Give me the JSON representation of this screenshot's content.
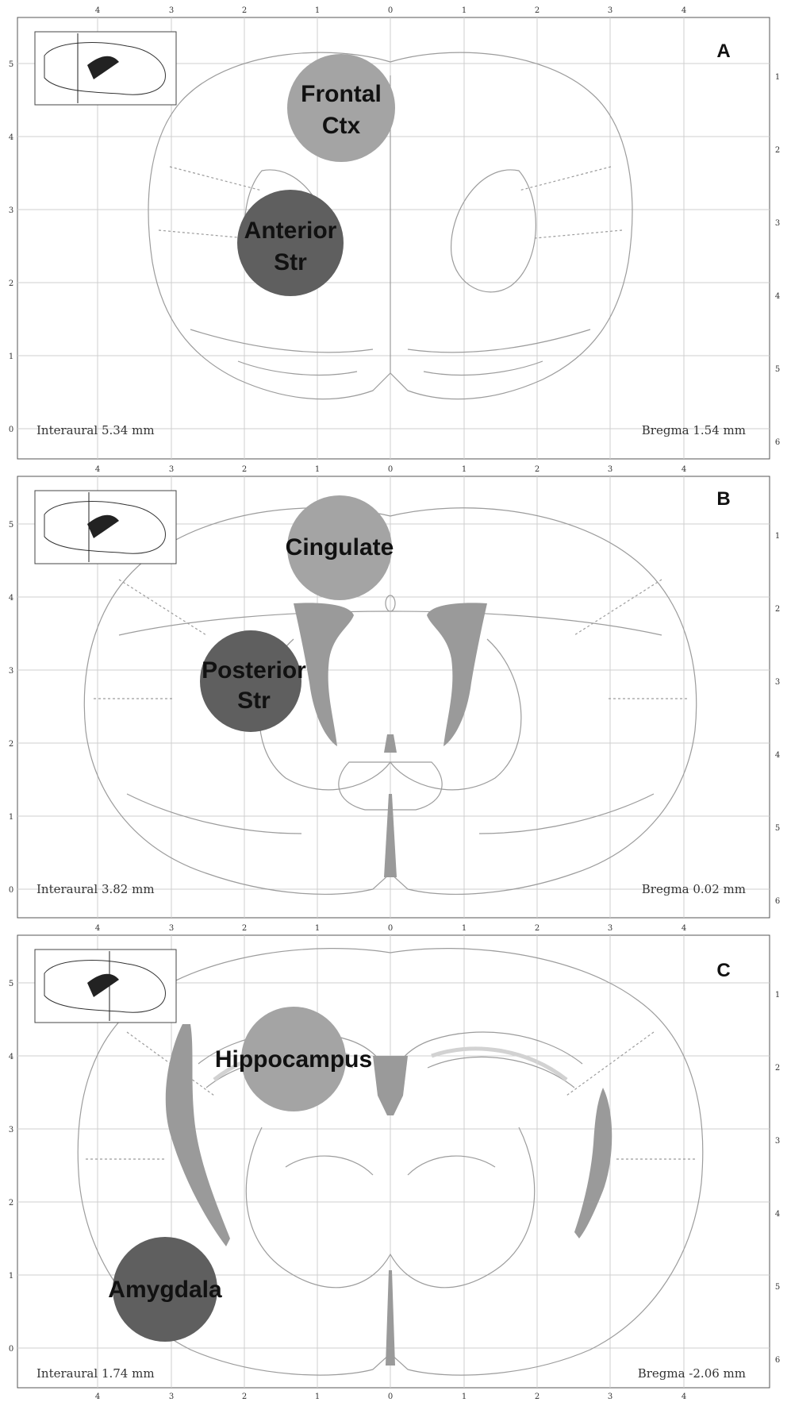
{
  "panels": [
    {
      "letter": "A",
      "interaural": "Interaural 5.34 mm",
      "bregma": "Bregma 1.54 mm",
      "regions": [
        {
          "label_lines": [
            "Frontal",
            "Ctx"
          ],
          "shade": "light"
        },
        {
          "label_lines": [
            "Anterior",
            "Str"
          ],
          "shade": "dark"
        }
      ]
    },
    {
      "letter": "B",
      "interaural": "Interaural 3.82 mm",
      "bregma": "Bregma 0.02 mm",
      "regions": [
        {
          "label_lines": [
            "Cingulate"
          ],
          "shade": "light"
        },
        {
          "label_lines": [
            "Posterior",
            "Str"
          ],
          "shade": "dark"
        }
      ]
    },
    {
      "letter": "C",
      "interaural": "Interaural 1.74 mm",
      "bregma": "Bregma -2.06 mm",
      "regions": [
        {
          "label_lines": [
            "Hippocampus"
          ],
          "shade": "light"
        },
        {
          "label_lines": [
            "Amygdala"
          ],
          "shade": "dark"
        }
      ]
    }
  ],
  "axis_ticks": {
    "top": [
      "4",
      "3",
      "2",
      "1",
      "0",
      "1",
      "2",
      "3",
      "4"
    ],
    "left": [
      "5",
      "4",
      "3",
      "2",
      "1",
      "0"
    ],
    "right": [
      "1",
      "2",
      "3",
      "4",
      "5",
      "6"
    ]
  },
  "colors": {
    "light_region": "#a4a4a4",
    "dark_region": "#5f5f5f",
    "ventricle": "#9a9a9a",
    "grid": "#cfcfcf",
    "outline": "#9c9c9c"
  }
}
